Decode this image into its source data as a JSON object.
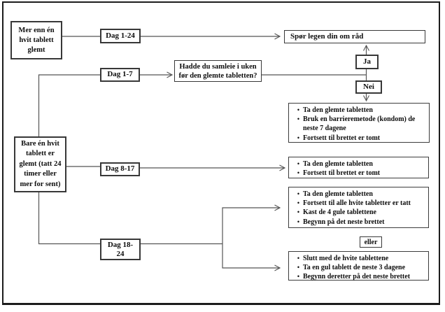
{
  "diagram": {
    "bullet": "•",
    "colors": {
      "background": "#ffffff",
      "frame_border": "#1c1c1c",
      "box_border": "#383838",
      "connector_line": "#555555",
      "text": "#0d0d0d"
    },
    "nodes": {
      "more_than_one": {
        "lines": [
          "Mer enn én",
          "hvit tablett",
          "glemt"
        ]
      },
      "only_one": {
        "lines": [
          "Bare én hvit",
          "tablett er",
          "glemt (tatt 24",
          "timer eller",
          "mer for sent)"
        ]
      },
      "dag_1_24": {
        "label": "Dag 1-24"
      },
      "dag_1_7": {
        "label": "Dag 1-7"
      },
      "dag_8_17": {
        "label": "Dag 8-17"
      },
      "dag_18_24": {
        "lines": [
          "Dag 18-",
          "24"
        ]
      },
      "question": {
        "lines": [
          "Hadde du samleie i uken",
          "før den glemte tabletten?"
        ]
      },
      "ask_doctor": {
        "label": "Spør legen din om råd"
      },
      "yes": {
        "label": "Ja"
      },
      "no": {
        "label": "Nei"
      },
      "or": {
        "label": "eller"
      },
      "result_day1_7": {
        "items": [
          {
            "lines": [
              "Ta den glemte tabletten"
            ]
          },
          {
            "lines": [
              "Bruk en barrieremetode (kondom) de",
              "neste 7 dagene"
            ]
          },
          {
            "lines": [
              "Fortsett til brettet er tomt"
            ]
          }
        ]
      },
      "result_day8_17": {
        "items": [
          {
            "lines": [
              "Ta den glemte tabletten"
            ]
          },
          {
            "lines": [
              "Fortsett til brettet er tomt"
            ]
          }
        ]
      },
      "result_day18_24_a": {
        "items": [
          {
            "lines": [
              "Ta den glemte tabletten"
            ]
          },
          {
            "lines": [
              "Fortsett til alle hvite tabletter er tatt"
            ]
          },
          {
            "lines": [
              "Kast de 4 gule tablettene"
            ]
          },
          {
            "lines": [
              "Begynn på det neste brettet"
            ]
          }
        ]
      },
      "result_day18_24_b": {
        "items": [
          {
            "lines": [
              "Slutt med de hvite tablettene"
            ]
          },
          {
            "lines": [
              "Ta en gul tablett de neste 3 dagene"
            ]
          },
          {
            "lines": [
              "Begynn deretter på det neste brettet"
            ]
          }
        ]
      }
    }
  }
}
